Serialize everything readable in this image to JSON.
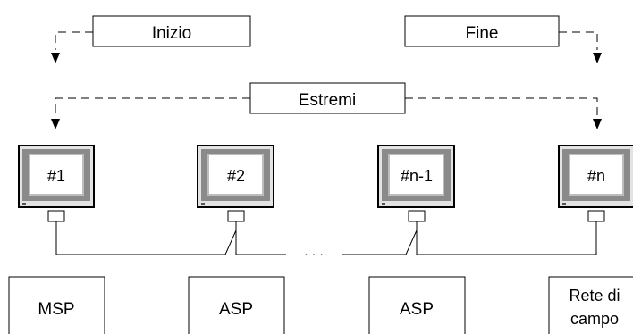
{
  "labels": {
    "start": "Inizio",
    "end": "Fine",
    "extremes": "Estremi",
    "ellipsis": "· · ·"
  },
  "terminals": [
    {
      "id": "#1"
    },
    {
      "id": "#2"
    },
    {
      "id": "#n-1"
    },
    {
      "id": "#n"
    }
  ],
  "bottom_boxes": [
    {
      "lines": [
        "MSP"
      ]
    },
    {
      "lines": [
        "ASP"
      ]
    },
    {
      "lines": [
        "ASP"
      ]
    },
    {
      "lines": [
        "Rete di",
        "campo"
      ]
    }
  ],
  "colors": {
    "monitor_face": "#e3e3e3",
    "monitor_bezel": "#8a8a8a",
    "screen": "#ffffff",
    "line": "#000000"
  }
}
